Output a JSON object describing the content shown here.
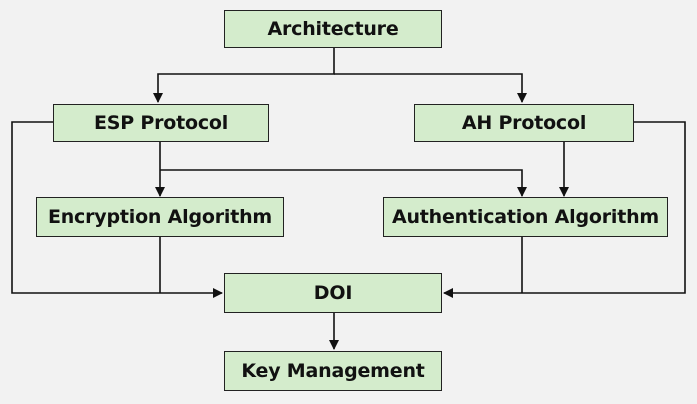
{
  "colors": {
    "background": "#f2f2f2",
    "node_fill": "#d4eccc",
    "node_border": "#222222",
    "line": "#111111"
  },
  "nodes": {
    "architecture": "Architecture",
    "esp_protocol": "ESP Protocol",
    "ah_protocol": "AH Protocol",
    "encryption_algorithm": "Encryption Algorithm",
    "authentication_algorithm": "Authentication Algorithm",
    "doi": "DOI",
    "key_management": "Key Management"
  },
  "edges": [
    {
      "from": "architecture",
      "to": "esp_protocol"
    },
    {
      "from": "architecture",
      "to": "ah_protocol"
    },
    {
      "from": "esp_protocol",
      "to": "encryption_algorithm"
    },
    {
      "from": "esp_protocol",
      "to": "authentication_algorithm"
    },
    {
      "from": "ah_protocol",
      "to": "authentication_algorithm"
    },
    {
      "from": "esp_protocol",
      "to": "doi"
    },
    {
      "from": "encryption_algorithm",
      "to": "doi"
    },
    {
      "from": "ah_protocol",
      "to": "doi"
    },
    {
      "from": "authentication_algorithm",
      "to": "doi"
    },
    {
      "from": "doi",
      "to": "key_management"
    }
  ]
}
